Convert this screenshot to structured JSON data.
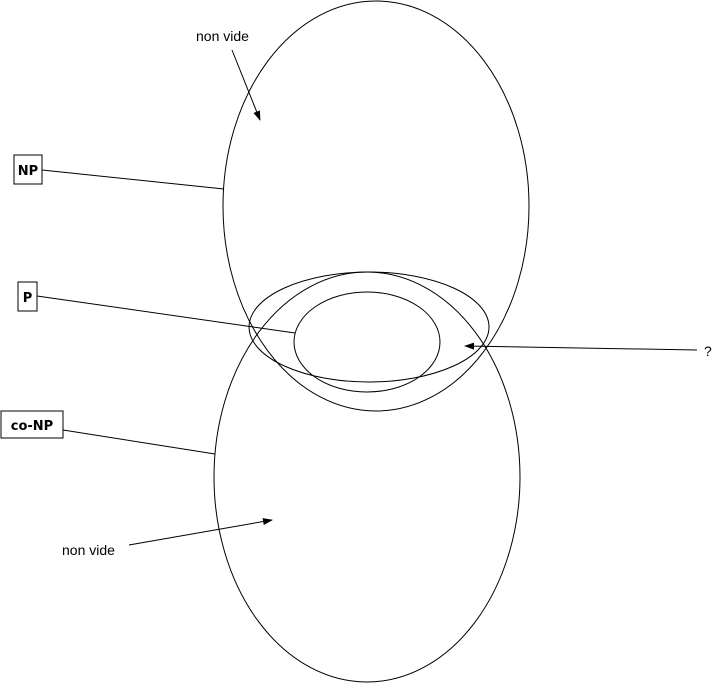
{
  "labels": {
    "np": "NP",
    "p": "P",
    "conp": "co-NP"
  },
  "annotations": {
    "np_nonempty": "non vide",
    "conp_nonempty": "non vide",
    "question": "?"
  },
  "colors": {
    "stroke": "#000000",
    "background": "#ffffff"
  }
}
